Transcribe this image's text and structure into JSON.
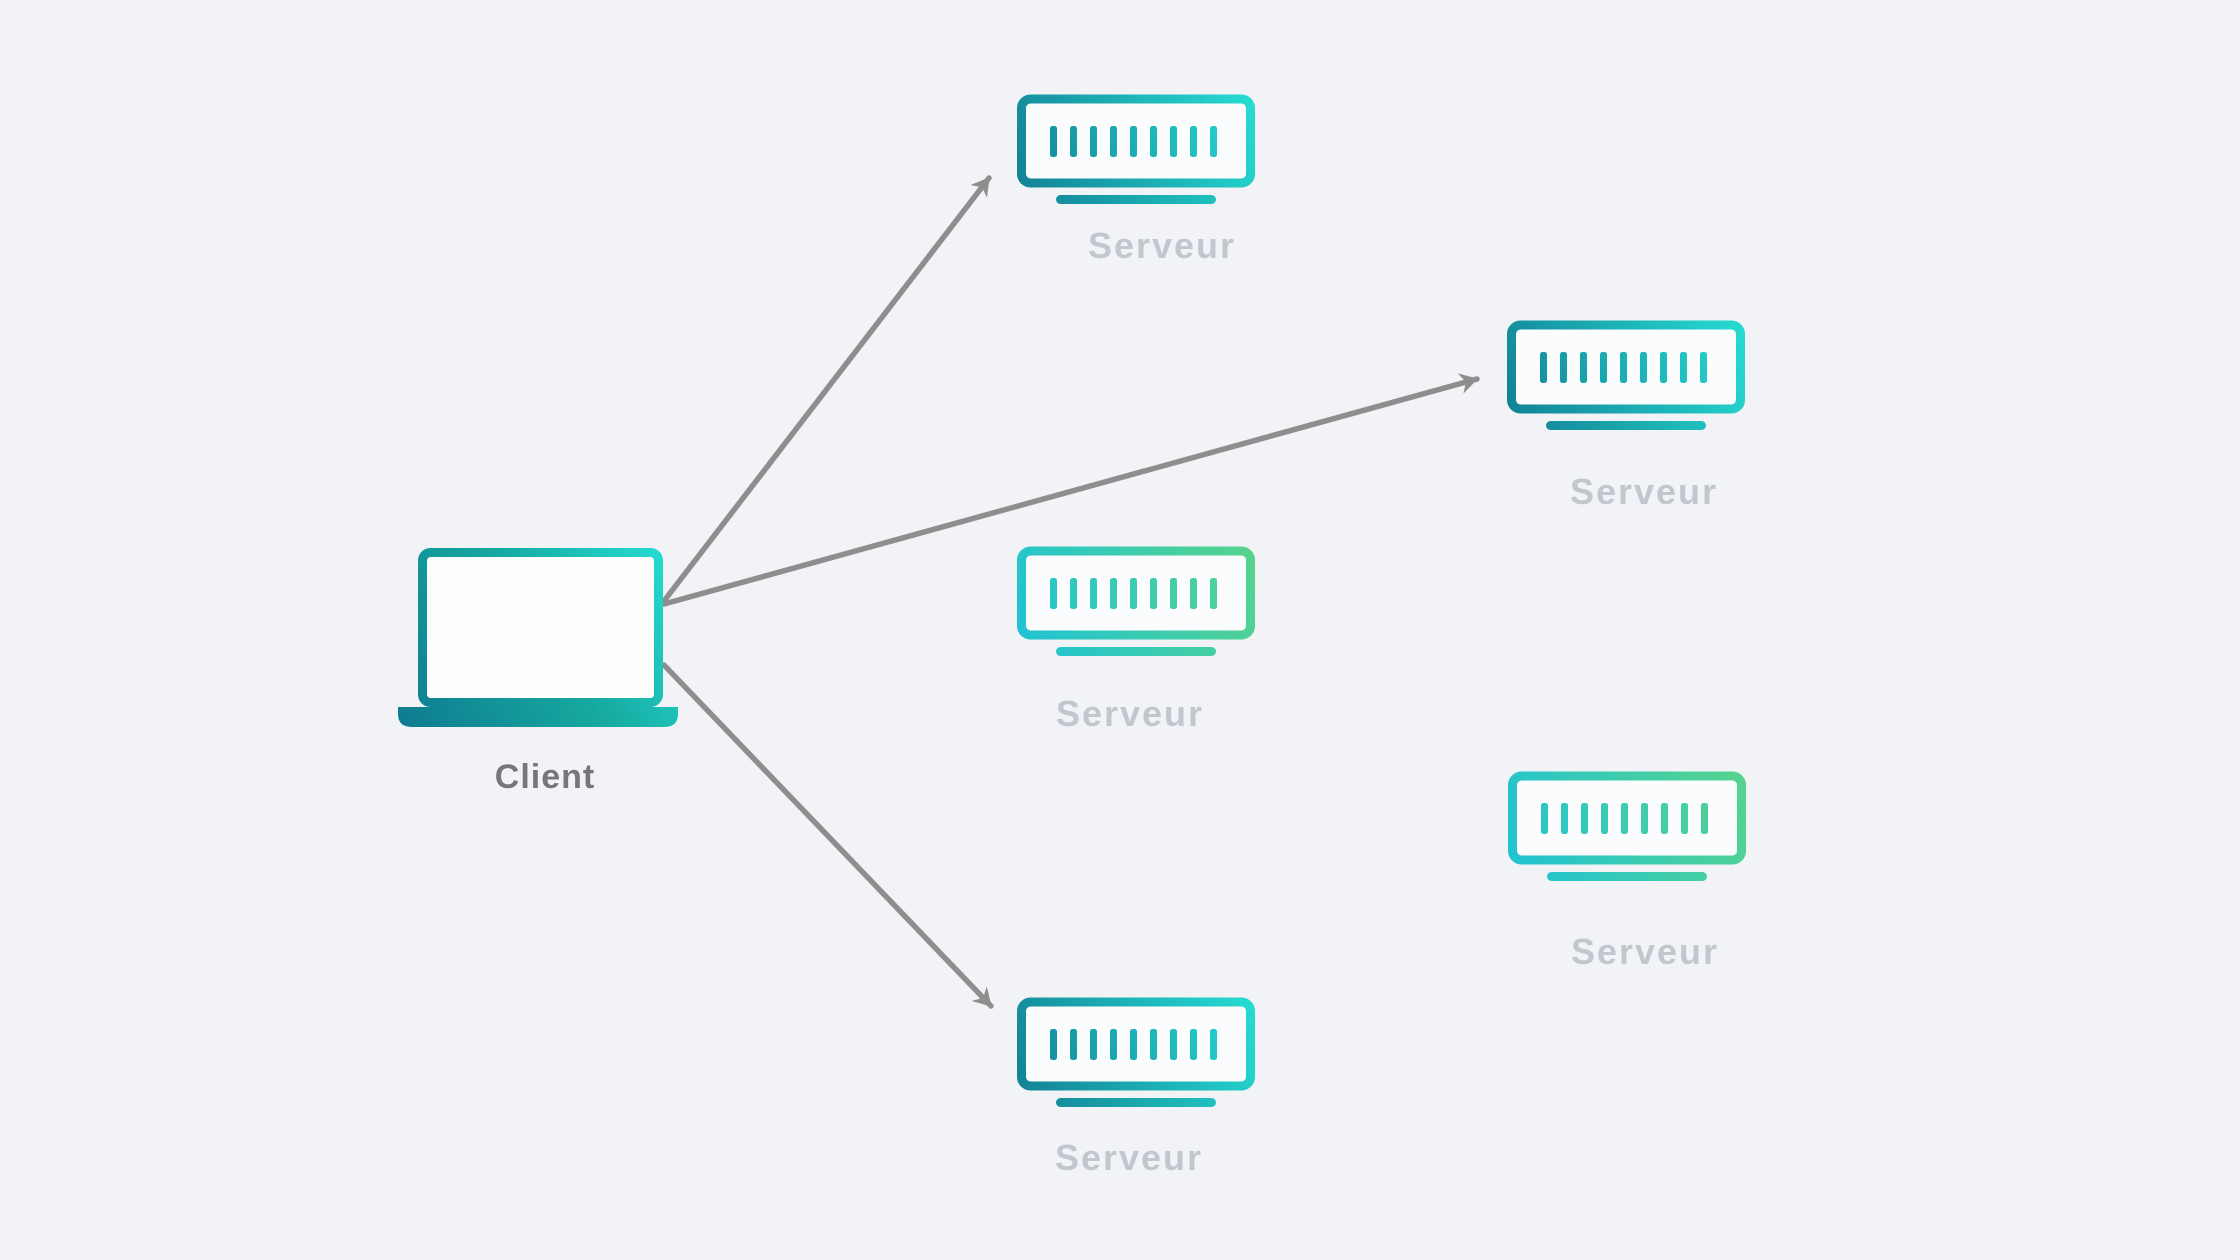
{
  "diagram": {
    "background_color": "#f2f3f6",
    "client": {
      "label": "Client",
      "icon": "laptop-icon",
      "label_color": "#75777b"
    },
    "servers": [
      {
        "name": "server-top",
        "label": "Serveur",
        "icon": "server-icon",
        "gradient": "teal",
        "arrow_from_client": true
      },
      {
        "name": "server-right",
        "label": "Serveur",
        "icon": "server-icon",
        "gradient": "teal",
        "arrow_from_client": true
      },
      {
        "name": "server-middle",
        "label": "Serveur",
        "icon": "server-icon",
        "gradient": "green",
        "arrow_from_client": false
      },
      {
        "name": "server-bottom-right",
        "label": "Serveur",
        "icon": "server-icon",
        "gradient": "green",
        "arrow_from_client": false
      },
      {
        "name": "server-bottom",
        "label": "Serveur",
        "icon": "server-icon",
        "gradient": "teal",
        "arrow_from_client": true
      }
    ],
    "server_label_color": "#c2c6ce",
    "colors": {
      "teal_gradient_start": "#117e92",
      "teal_gradient_end": "#27ded4",
      "green_gradient_start": "#1dc2d7",
      "green_gradient_end": "#58d48b",
      "arrow": "#8e8e8e",
      "icon_fill": "#fbfcfd"
    }
  }
}
